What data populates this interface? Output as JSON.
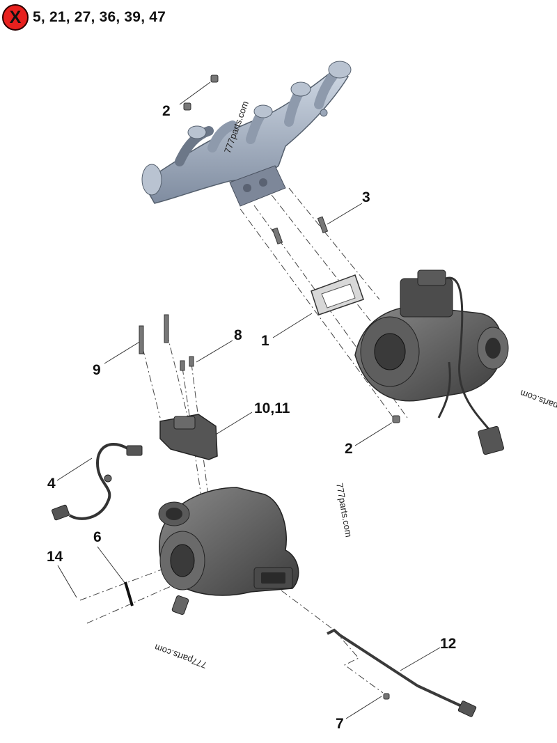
{
  "excluded": {
    "badge": "X",
    "parts": "5, 21, 27, 36, 39, 47"
  },
  "callouts": {
    "c2a": "2",
    "c3": "3",
    "c1": "1",
    "c8": "8",
    "c9": "9",
    "c1011": "10,11",
    "c2b": "2",
    "c4": "4",
    "c6": "6",
    "c14": "14",
    "c12": "12",
    "c7": "7"
  },
  "watermarks": {
    "w1": "777parts.com",
    "w2": "777parts.com",
    "w3": "777parts.com",
    "w4": "777parts.com"
  },
  "colors": {
    "manifold": "#a9b4c4",
    "turbo": "#565656",
    "badge": "#e8201e"
  }
}
